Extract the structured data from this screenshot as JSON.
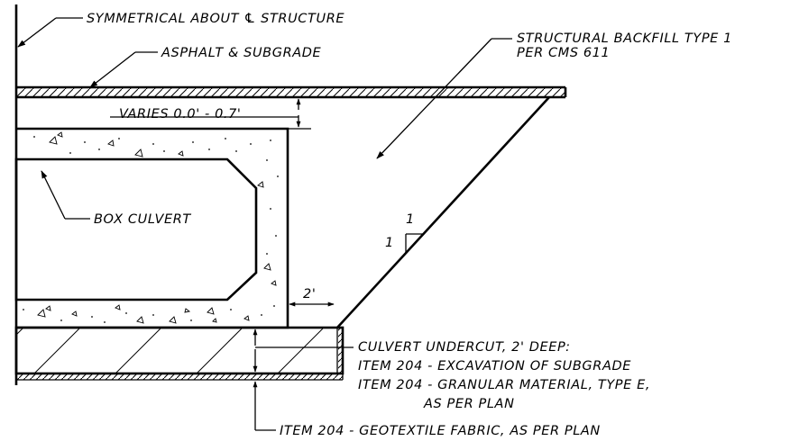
{
  "drawing": {
    "labels": {
      "symmetrical": "SYMMETRICAL ABOUT ℄ STRUCTURE",
      "asphalt": "ASPHALT & SUBGRADE",
      "backfill_line1": "STRUCTURAL BACKFILL TYPE 1",
      "backfill_line2": "PER CMS 611",
      "varies": "VARIES 0.0' - 0.7'",
      "box_culvert": "BOX CULVERT",
      "slope_rise": "1",
      "slope_run": "1",
      "two_feet": "2'",
      "undercut_line1": "CULVERT UNDERCUT, 2' DEEP:",
      "undercut_line2": "ITEM 204 - EXCAVATION OF SUBGRADE",
      "undercut_line3": "ITEM 204 - GRANULAR MATERIAL, TYPE E,",
      "undercut_line4": "AS PER PLAN",
      "geotextile": "ITEM 204 - GEOTEXTILE FABRIC, AS PER PLAN"
    }
  }
}
